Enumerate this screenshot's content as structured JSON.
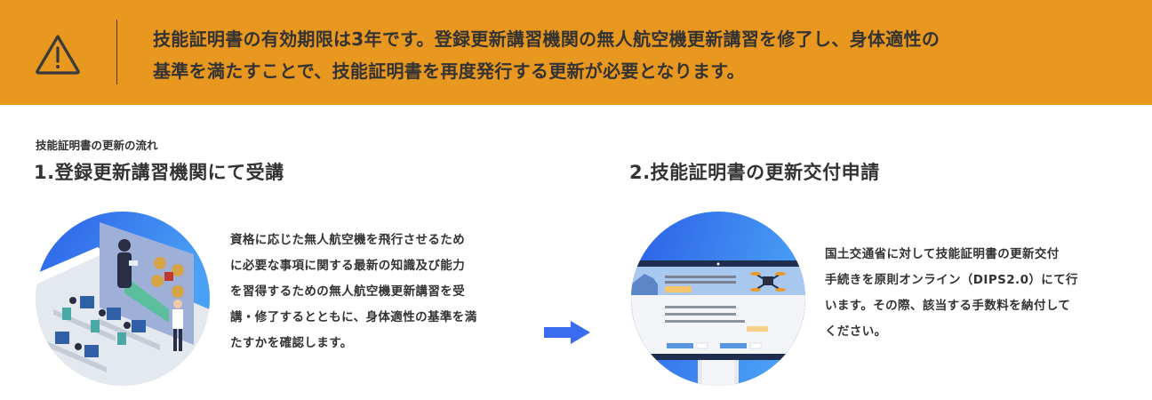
{
  "banner": {
    "icon": "warning-triangle-icon",
    "background_color": "#e8971f",
    "message_line1": "技能証明書の有効期限は3年です。登録更新講習機関の無人航空機更新講習を修了し、身体適性の",
    "message_line2": "基準を満たすことで、技能証明書を再度発行する更新が必要となります。"
  },
  "flow": {
    "label": "技能証明書の更新の流れ",
    "steps": [
      {
        "title": "1.登録更新講習機関にて受講",
        "image": "classroom-drone-lecture-illustration",
        "description_lines": [
          "資格に応じた無人航空機を飛行させるため",
          "に必要な事項に関する最新の知識及び能力",
          "を習得するための無人航空機更新講習を受",
          "講・修了するとともに、身体適性の基準を満",
          "たすかを確認します。"
        ]
      },
      {
        "title": "2.技能証明書の更新交付申請",
        "image": "dips-online-monitor-illustration",
        "description_lines": [
          "国土交通省に対して技能証明書の更新交付",
          "手続きを原則オンライン（DIPS2.0）にて行",
          "います。その際、該当する手数料を納付して",
          "ください。"
        ]
      }
    ],
    "arrow": "arrow-right-icon",
    "arrow_color": "#3a6cf0"
  }
}
